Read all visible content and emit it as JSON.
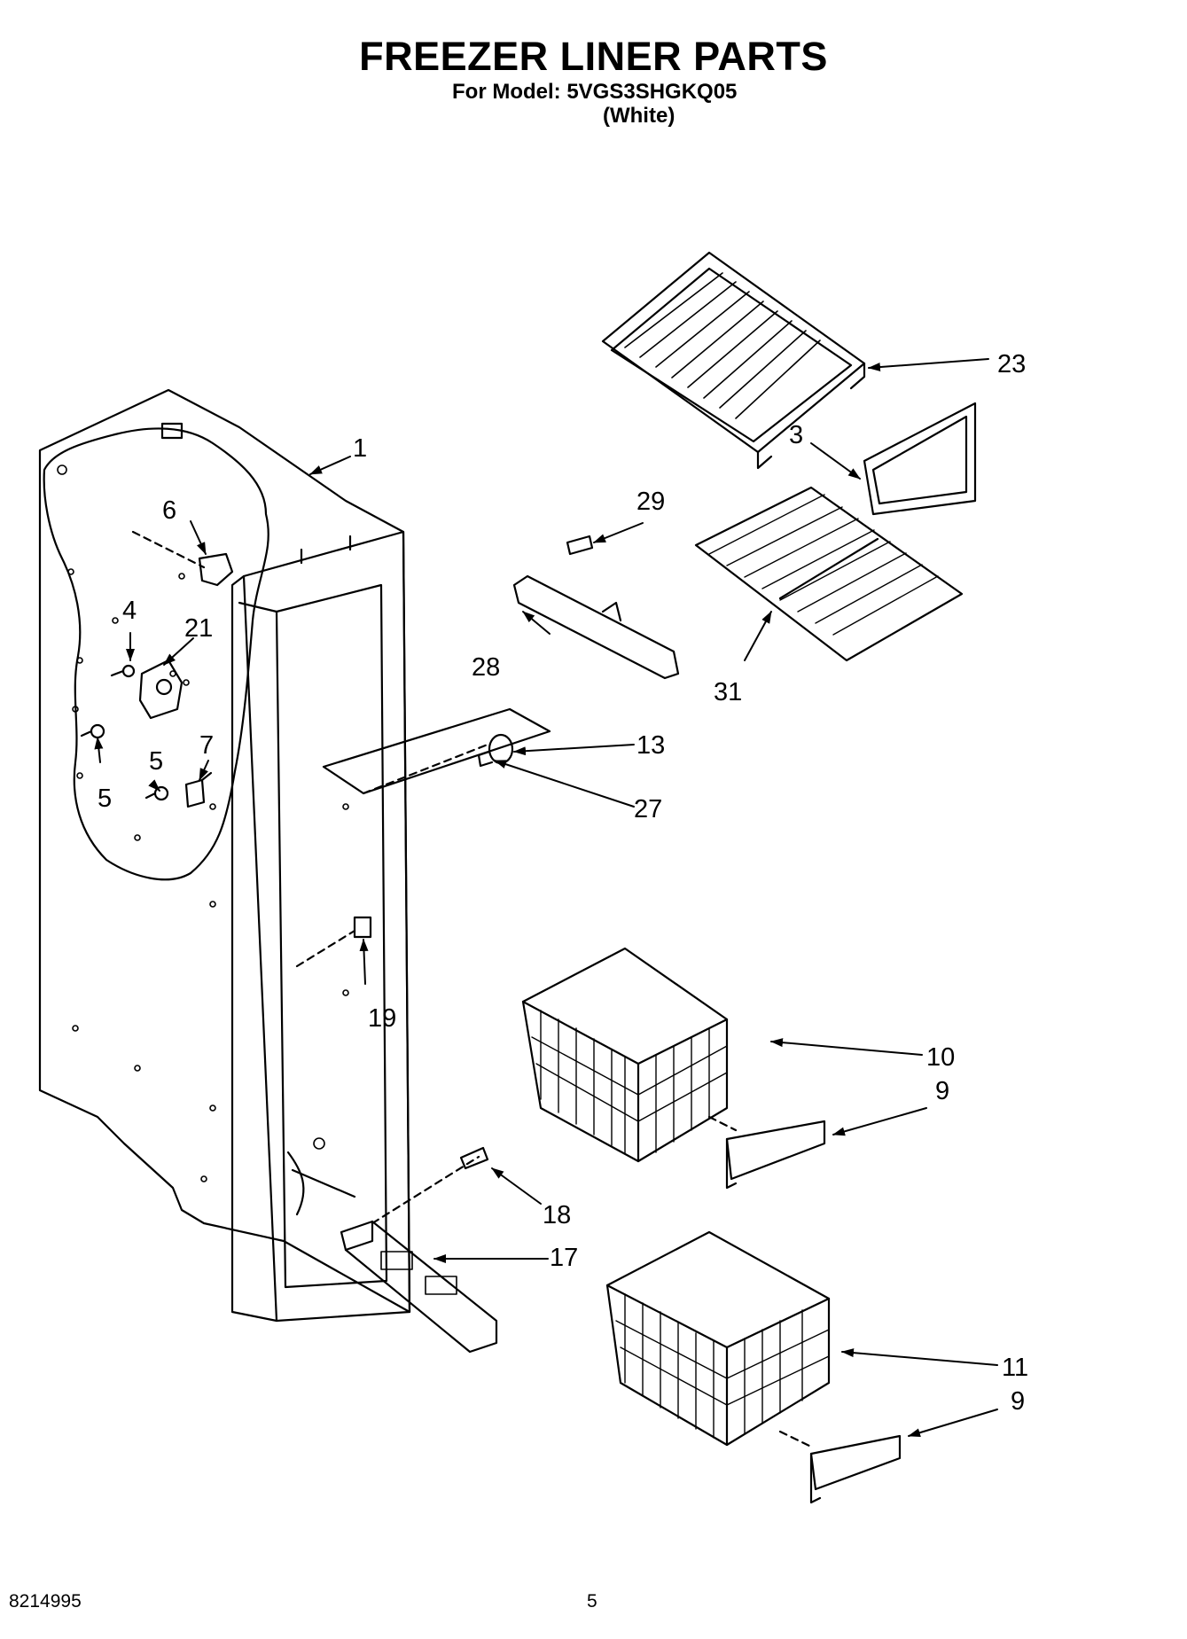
{
  "header": {
    "title": "FREEZER LINER PARTS",
    "model_line": "For Model: 5VGS3SHGKQ05",
    "color_line": "(White)"
  },
  "callouts": [
    "1",
    "3",
    "4",
    "5",
    "5",
    "6",
    "7",
    "9",
    "9",
    "10",
    "11",
    "13",
    "17",
    "18",
    "19",
    "21",
    "23",
    "27",
    "28",
    "29",
    "31"
  ],
  "footer": {
    "doc_number": "8214995",
    "page_number": "5"
  }
}
